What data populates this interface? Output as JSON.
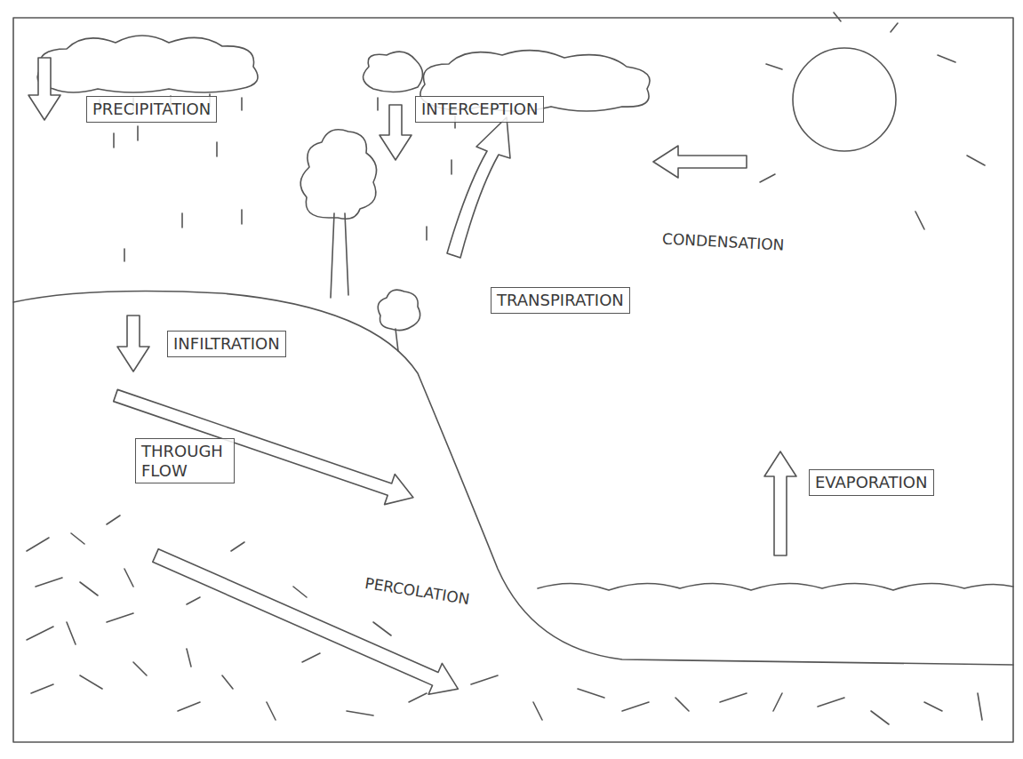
{
  "diagram": {
    "nodes": [
      {
        "text": [
          "PRECIPITATION"
        ]
      },
      {
        "text": [
          "INTERCEPTION"
        ]
      },
      {
        "text": [
          "TRANSPIRATION"
        ]
      },
      {
        "text": [
          "INFILTRATION"
        ]
      },
      {
        "text": [
          "THROUGH FLOW"
        ]
      },
      {
        "text": [
          "EVAPORATION"
        ]
      }
    ],
    "labels": [
      "CONDENSATION",
      "PERCOLATION"
    ]
  }
}
